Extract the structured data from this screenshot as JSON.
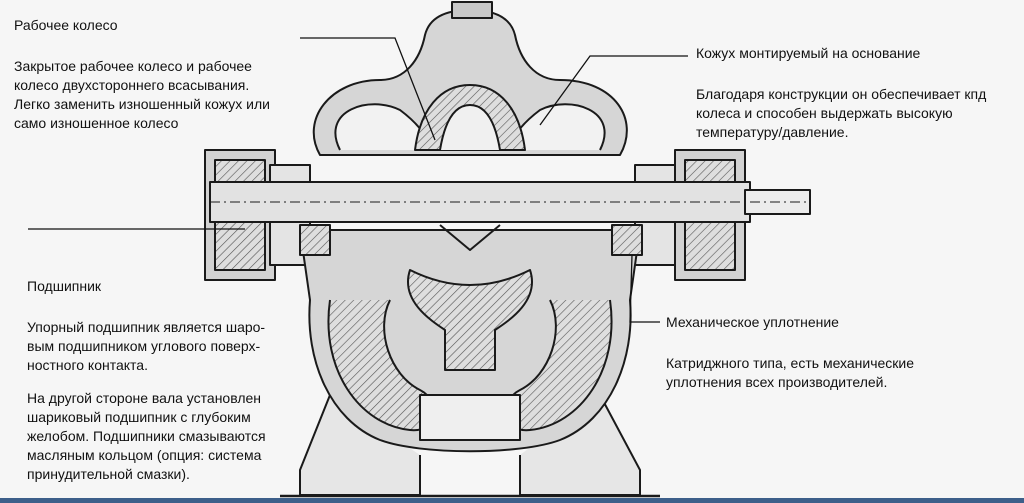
{
  "callouts": {
    "impeller": {
      "title": "Рабочее колесо",
      "lines": [
        "Закрытое рабочее колесо и рабочее",
        "колесо двухстороннего всасывания.",
        "Легко заменить изношенный кожух или",
        "само изношенное колесо"
      ]
    },
    "casing": {
      "title": "Кожух монтируемый на основание",
      "lines": [
        "Благодаря конструкции он обеспечивает кпд",
        "колеса и способен выдержать высокую",
        "температуру/давление."
      ]
    },
    "bearing": {
      "title": "Подшипник",
      "para1": [
        "Упорный подшипник является шаро-",
        "вым подшипником углового поверх-",
        "ностного контакта."
      ],
      "para2": [
        "На другой стороне вала установлен",
        "шариковый подшипник с глубоким",
        "желобом. Подшипники смазываются",
        "масляным кольцом (опция: система",
        "принудительной смазки)."
      ]
    },
    "seal": {
      "title": "Механическое уплотнение",
      "lines": [
        "Катриджного типа, есть механические",
        "уплотнения всех производителей."
      ]
    }
  },
  "colors": {
    "background": "#f6f6f6",
    "line": "#1a1a1a",
    "metal": "#cfcfcf",
    "shaft": "#e2e2e2",
    "bottom_band": "#3d5f8a"
  }
}
